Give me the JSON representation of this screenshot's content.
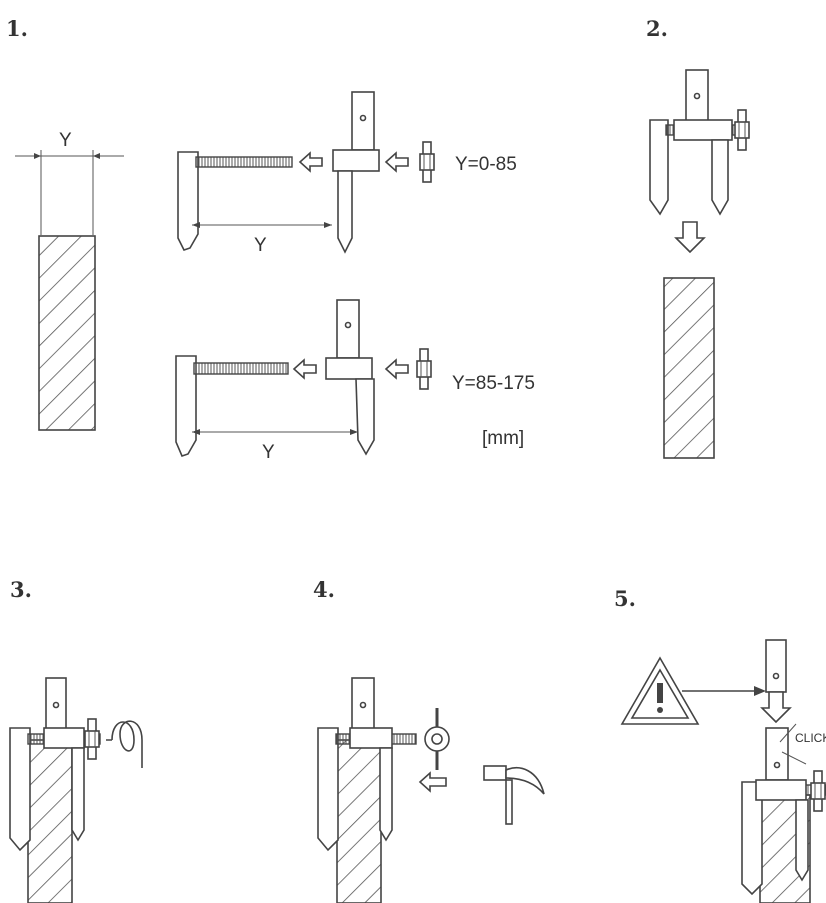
{
  "steps": [
    {
      "number": "1."
    },
    {
      "number": "2."
    },
    {
      "number": "3."
    },
    {
      "number": "4."
    },
    {
      "number": "5."
    }
  ],
  "labels": {
    "width_symbol": "Y",
    "range_small": "Y=0-85",
    "range_large": "Y=85-175",
    "unit": "[mm]",
    "click": "CLICK"
  },
  "icons": [
    "hatched-post-icon",
    "clamp-jaw-icon",
    "threaded-rod-icon",
    "wing-nut-icon",
    "hammer-icon",
    "warning-triangle-icon",
    "arrow-icon",
    "rotation-icon"
  ]
}
